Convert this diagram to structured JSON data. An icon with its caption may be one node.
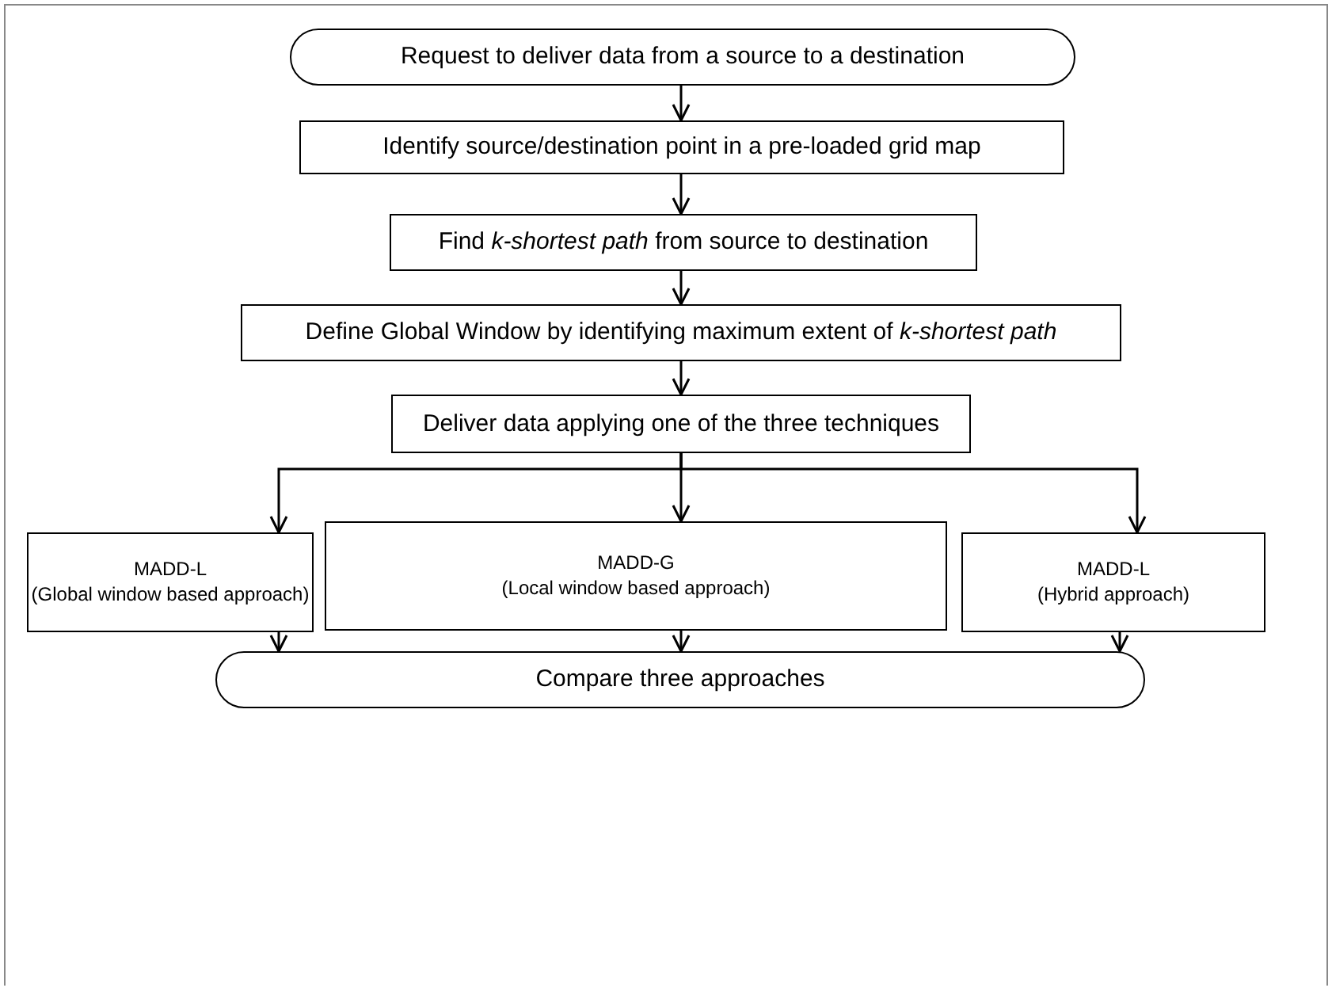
{
  "diagram": {
    "nodes": [
      {
        "text": [
          "Request to deliver data from a source to a destination"
        ]
      },
      {
        "text": [
          "Identify source/destination point in a pre-loaded grid map"
        ]
      },
      {
        "text": [
          "Find *k-shortest path* from source to destination"
        ]
      },
      {
        "text": [
          "Define Global Window by identifying maximum extent of *k-shortest path*"
        ]
      },
      {
        "text": [
          "Deliver data applying one of the three techniques"
        ]
      },
      {
        "text": [
          "MADD-L",
          "(Global window based approach)"
        ]
      },
      {
        "text": [
          "MADD-G",
          "(Local window based approach)"
        ]
      },
      {
        "text": [
          "MADD-L",
          "(Hybrid approach)"
        ]
      },
      {
        "text": [
          "Compare three approaches"
        ]
      }
    ],
    "edges": [
      {
        "from": 0,
        "to": 1,
        "arrow": "to"
      },
      {
        "from": 1,
        "to": 2,
        "arrow": "to"
      },
      {
        "from": 2,
        "to": 3,
        "arrow": "to"
      },
      {
        "from": 3,
        "to": 4,
        "arrow": "to"
      },
      {
        "from": 4,
        "to": 5,
        "arrow": "to"
      },
      {
        "from": 4,
        "to": 6,
        "arrow": "to"
      },
      {
        "from": 4,
        "to": 7,
        "arrow": "to"
      },
      {
        "from": 5,
        "to": 8,
        "arrow": "to"
      },
      {
        "from": 6,
        "to": 8,
        "arrow": "to"
      },
      {
        "from": 7,
        "to": 8,
        "arrow": "to"
      }
    ]
  }
}
